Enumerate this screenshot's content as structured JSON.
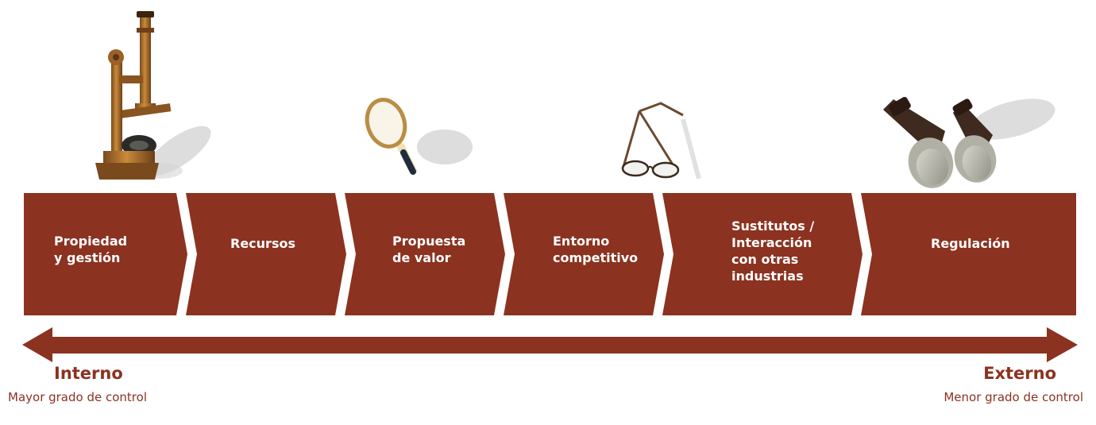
{
  "colors": {
    "brand": "#8C3220",
    "text_on_brand": "#FFFFFF",
    "background": "#FFFFFF"
  },
  "segments": [
    {
      "label": "Propiedad\ny gestión"
    },
    {
      "label": "Recursos"
    },
    {
      "label": "Propuesta\nde valor"
    },
    {
      "label": "Entorno\ncompetitivo"
    },
    {
      "label": "Sustitutos /\nInteracción\ncon otras\nindustrias"
    },
    {
      "label": "Regulación"
    }
  ],
  "icons": [
    "microscope-icon",
    "magnifying-glass-icon",
    "eyeglasses-icon",
    "binoculars-icon"
  ],
  "axis": {
    "left": {
      "title": "Interno",
      "subtitle": "Mayor grado de control"
    },
    "right": {
      "title": "Externo",
      "subtitle": "Menor grado de control"
    }
  }
}
